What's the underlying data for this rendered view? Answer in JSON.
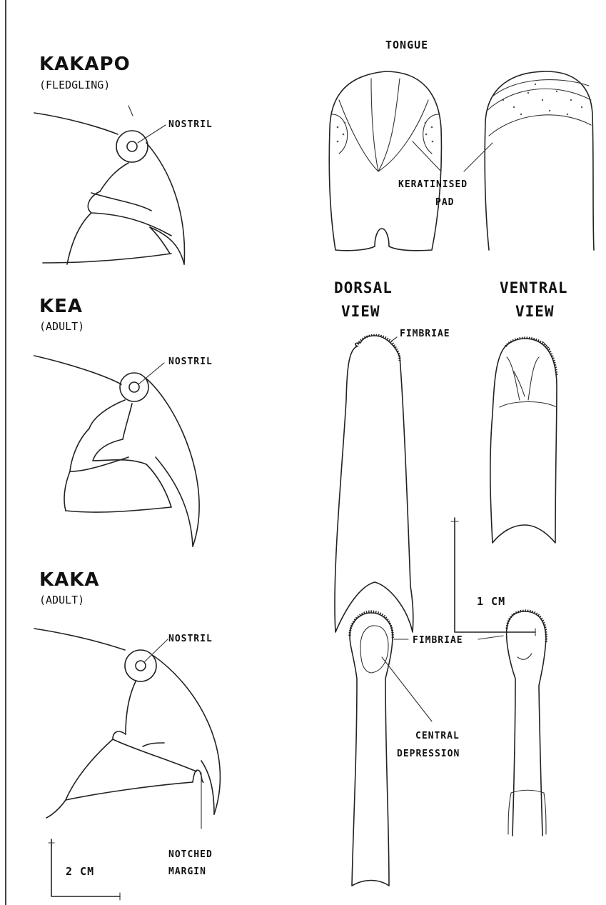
{
  "species": [
    {
      "name": "KAKAPO",
      "age": "(FLEDGLING)",
      "nostril_label": "NOSTRIL"
    },
    {
      "name": "KEA",
      "age": "(ADULT)",
      "nostril_label": "NOSTRIL"
    },
    {
      "name": "KAKA",
      "age": "(ADULT)",
      "nostril_label": "NOSTRIL",
      "notch_label": [
        "NOTCHED",
        "MARGIN"
      ]
    }
  ],
  "tongue": {
    "title": "TONGUE",
    "pad_label": [
      "KERATINISED",
      "PAD"
    ],
    "dorsal_label": [
      "DORSAL",
      "VIEW"
    ],
    "ventral_label": [
      "VENTRAL",
      "VIEW"
    ],
    "fimbriae_top": "FIMBRIAE",
    "fimbriae_bottom": "FIMBRIAE",
    "depression_label": [
      "CENTRAL",
      "DEPRESSION"
    ]
  },
  "scales": {
    "head": "2 CM",
    "tongue": "1 CM"
  }
}
